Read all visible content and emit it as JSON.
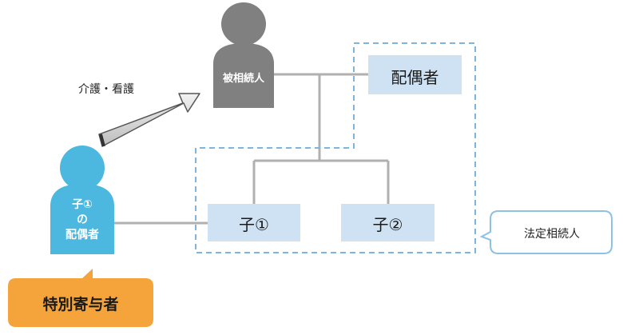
{
  "decedent": {
    "label": "被相続人",
    "color": "#808080"
  },
  "spouse": {
    "label": "配偶者"
  },
  "children": [
    {
      "label": "子①"
    },
    {
      "label": "子②"
    }
  ],
  "child_spouse": {
    "line1": "子①",
    "line2": "の",
    "line3": "配偶者",
    "color": "#4cb8e0"
  },
  "arrow_caption": "介護・看護",
  "legal_heirs_callout": {
    "label": "法定相続人"
  },
  "special_contributor_callout": {
    "label": "特別寄与者",
    "color": "#f4a43a"
  },
  "colors": {
    "box_fill": "#cfe2f3",
    "dashed_border": "#7fb5dd",
    "line": "#b0b0b0"
  }
}
